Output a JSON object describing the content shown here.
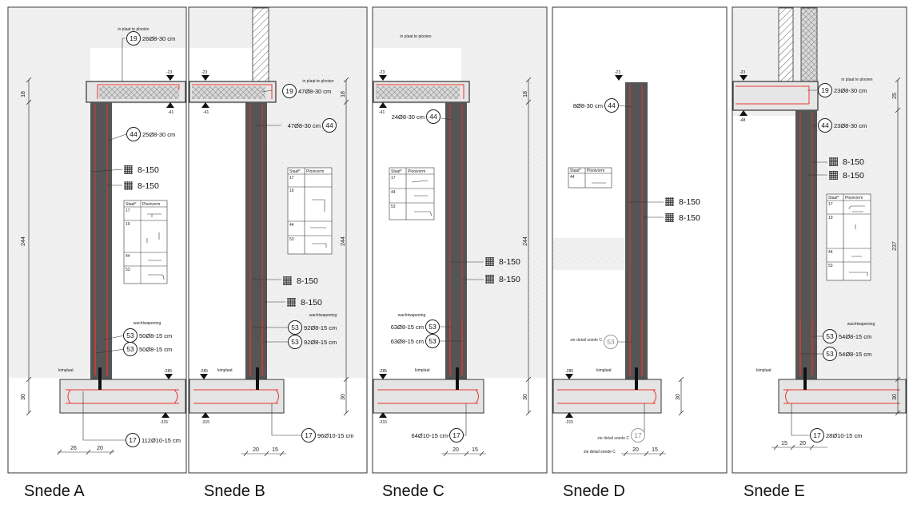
{
  "sections": [
    {
      "id": "A",
      "caption": "Snede A",
      "note_top": "in plaat te plooien",
      "level_top": "-23",
      "level_slab_bottom": "-41",
      "level_found_top": "-285",
      "level_found_bottom": "-315",
      "dim_slab": "18",
      "dim_wall": "244",
      "dim_found": "30",
      "bottom_dims": [
        "26",
        "20"
      ],
      "mesh_labels": [
        "8-150",
        "8-150"
      ],
      "callouts": [
        {
          "num": "19",
          "text": "26Ø8-30 cm"
        },
        {
          "num": "44",
          "text": "25Ø8-30 cm"
        },
        {
          "num": "53",
          "text": "50Ø8-15 cm"
        },
        {
          "num": "53",
          "text": "50Ø8-15 cm"
        },
        {
          "num": "17",
          "text": "112Ø10-15 cm"
        }
      ],
      "wachtwapening": "wachtwapening",
      "kimplaat": "kimplaat",
      "table": {
        "headers": [
          "Staaf°",
          "Plooivorm"
        ],
        "rows": [
          "17",
          "19",
          "44",
          "53"
        ]
      }
    },
    {
      "id": "B",
      "caption": "Snede B",
      "note_top": "in plaat te plooien",
      "level_top": "-23",
      "level_slab_bottom": "-41",
      "level_found_top": "-285",
      "level_found_bottom": "-315",
      "dim_slab": "18",
      "dim_wall": "244",
      "dim_found": "30",
      "bottom_dims": [
        "20",
        "15"
      ],
      "mesh_labels": [
        "8-150",
        "8-150"
      ],
      "callouts": [
        {
          "num": "19",
          "text": "47Ø8-30 cm"
        },
        {
          "num": "44",
          "text": "47Ø8-30 cm"
        },
        {
          "num": "53",
          "text": "92Ø8-15 cm"
        },
        {
          "num": "53",
          "text": "92Ø8-15 cm"
        },
        {
          "num": "17",
          "text": "96Ø10-15 cm"
        }
      ],
      "wachtwapening": "wachtwapening",
      "kimplaat": "kimplaat",
      "table": {
        "headers": [
          "Staaf°",
          "Plooivorm"
        ],
        "rows": [
          "17",
          "19",
          "44",
          "53"
        ]
      }
    },
    {
      "id": "C",
      "caption": "Snede C",
      "note_top": "in plaat te plooien",
      "level_top": "-23",
      "level_slab_bottom": "-41",
      "level_found_top": "-285",
      "level_found_bottom": "-315",
      "dim_slab": "18",
      "dim_wall": "244",
      "dim_found": "30",
      "bottom_dims": [
        "20",
        "15"
      ],
      "mesh_labels": [
        "8-150",
        "8-150"
      ],
      "callouts": [
        {
          "num": "44",
          "text": "24Ø8-30 cm"
        },
        {
          "num": "53",
          "text": "63Ø8-15 cm"
        },
        {
          "num": "53",
          "text": "63Ø8-15 cm"
        },
        {
          "num": "17",
          "text": "64Ø10-15 cm"
        }
      ],
      "wachtwapening": "wachtwapening",
      "kimplaat": "kimplaat",
      "table": {
        "headers": [
          "Staaf°",
          "Plooivorm"
        ],
        "rows": [
          "17",
          "44",
          "53"
        ]
      }
    },
    {
      "id": "D",
      "caption": "Snede D",
      "level_top": "-23",
      "level_found_top": "-285",
      "level_found_bottom": "-315",
      "dim_found": "30",
      "bottom_dims": [
        "20",
        "15"
      ],
      "mesh_labels": [
        "8-150",
        "8-150"
      ],
      "callouts": [
        {
          "num": "44",
          "text": "8Ø8-30 cm"
        },
        {
          "num": "53",
          "text": "zie detail snede C"
        },
        {
          "num": "17",
          "text": "zie detail snede C"
        }
      ],
      "note_bottom": "zie detail snede C",
      "kimplaat": "kimplaat",
      "table": {
        "headers": [
          "Staaf°",
          "Plooivorm"
        ],
        "rows": [
          "44"
        ]
      }
    },
    {
      "id": "E",
      "caption": "Snede E",
      "note_top": "in plaat te plooien",
      "level_top": "-23",
      "level_slab_bottom": "-48",
      "dim_slab": "25",
      "dim_wall": "237",
      "dim_found": "30",
      "bottom_dims": [
        "15",
        "20"
      ],
      "mesh_labels": [
        "8-150",
        "8-150"
      ],
      "callouts": [
        {
          "num": "19",
          "text": "23Ø8-30 cm"
        },
        {
          "num": "44",
          "text": "23Ø8-30 cm"
        },
        {
          "num": "53",
          "text": "54Ø8-15 cm"
        },
        {
          "num": "53",
          "text": "54Ø8-15 cm"
        },
        {
          "num": "17",
          "text": "28Ø10-15 cm"
        }
      ],
      "wachtwapening": "wachtwapening",
      "kimplaat": "kimplaat",
      "table": {
        "headers": [
          "Staaf°",
          "Plooivorm"
        ],
        "rows": [
          "17",
          "19",
          "44",
          "53"
        ]
      }
    }
  ],
  "colors": {
    "concrete": "#555555",
    "rebar": "#e8382f",
    "frame": "#333333",
    "hatch_bg": "#efefef"
  }
}
